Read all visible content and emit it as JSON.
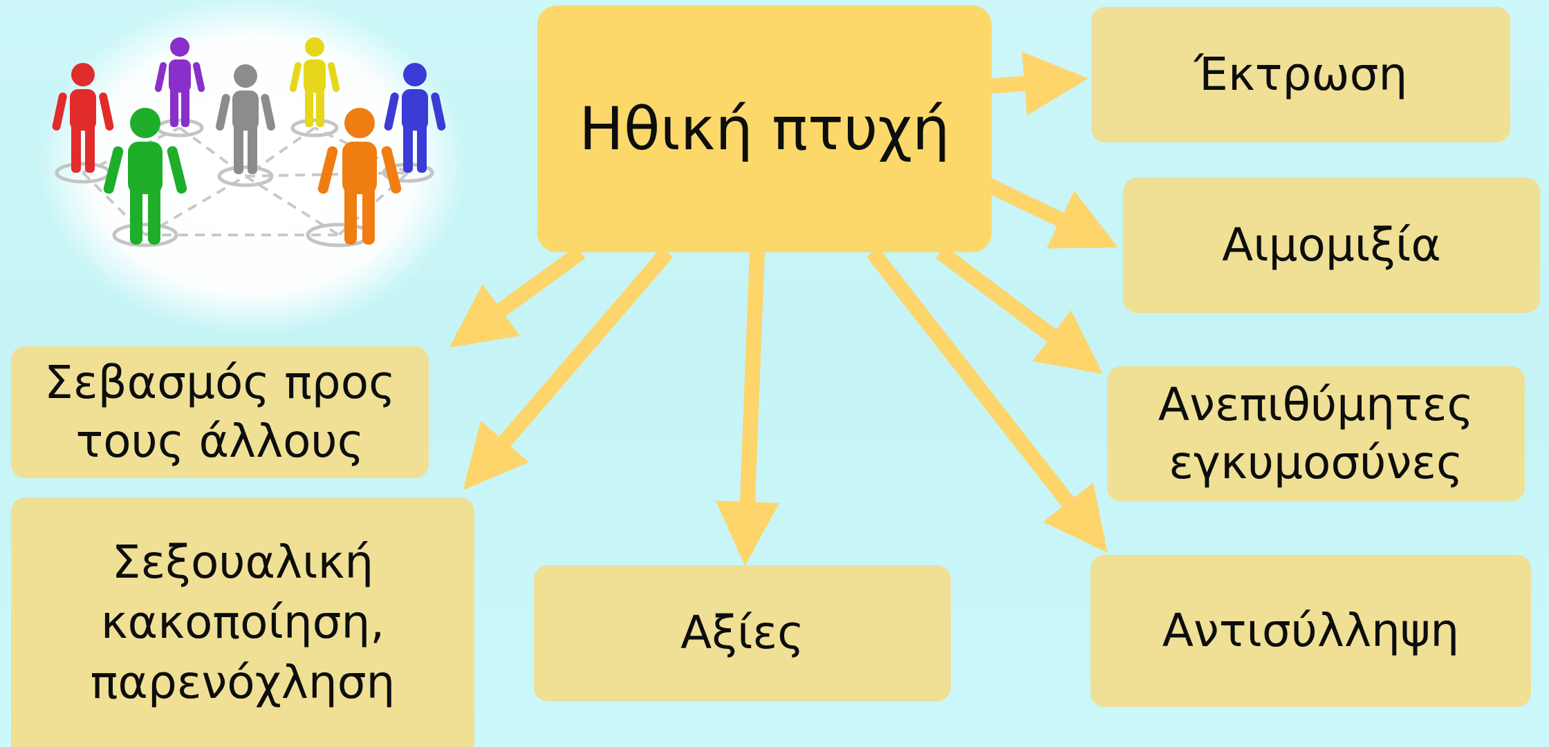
{
  "center": {
    "label": "Ηθική πτυχή"
  },
  "nodes": {
    "ektrosi": "Έκτρωση",
    "aimomixia": "Αιμομιξία",
    "anepithymites": "Ανεπιθύμητες\nεγκυμοσύνες",
    "antisyllipsi": "Αντισύλληψη",
    "axies": "Αξίες",
    "sexoualiki": "Σεξουαλική\nκακοποίηση,\nπαρενόχληση",
    "sevasmos": "Σεβασμός προς\nτους άλλους"
  },
  "colors": {
    "center_fill": "#fcd86a",
    "node_fill": "#efe095",
    "arrow": "#fdd56a",
    "background": "#c8f5f7"
  },
  "illustration": {
    "icon": "people-network-icon"
  }
}
